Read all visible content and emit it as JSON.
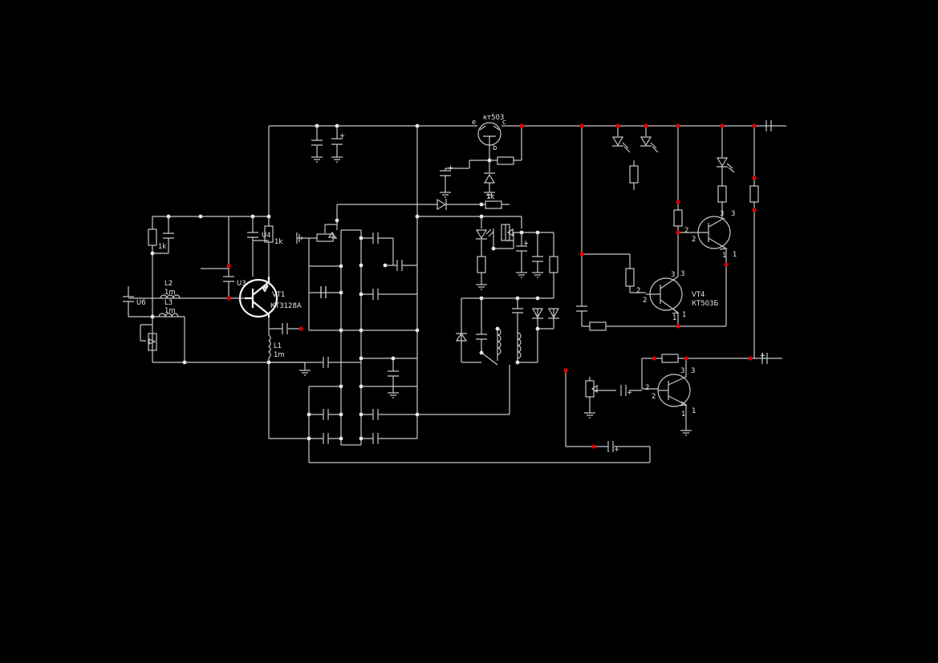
{
  "colors": {
    "background": "#000000",
    "wire": "#c8c8c8",
    "junction": "#e8e8e8",
    "probe": "#e00000"
  },
  "labels": {
    "vt1_name": "VT1",
    "vt1_type": "КТ3128А",
    "vt4_name": "VT4",
    "vt4_type": "КТ503Б",
    "kt503": "кт503",
    "pin_e": "e",
    "pin_c": "c",
    "pin_b": "b",
    "u6": "U6",
    "u4": "U4",
    "u3": "U3",
    "l2": "L2",
    "l3": "L3",
    "l1": "L1",
    "val_1m": "1m",
    "val_1k": "1k",
    "pin_1": "1",
    "pin_2": "2",
    "pin_3": "3"
  }
}
